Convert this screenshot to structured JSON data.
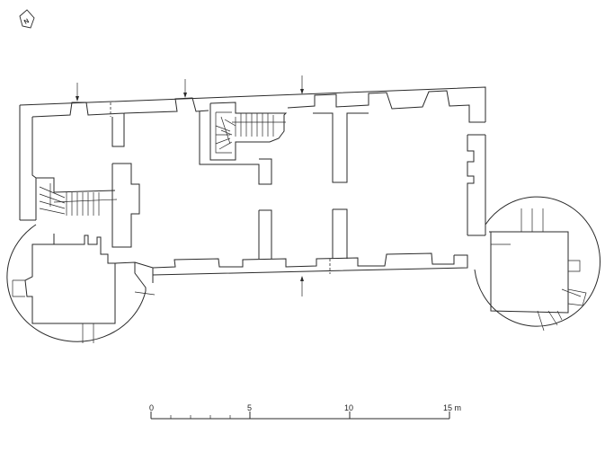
{
  "north": {
    "label": "N"
  },
  "scale": {
    "label_0": "0",
    "label_5": "5",
    "label_10": "10",
    "label_15": "15 m"
  }
}
